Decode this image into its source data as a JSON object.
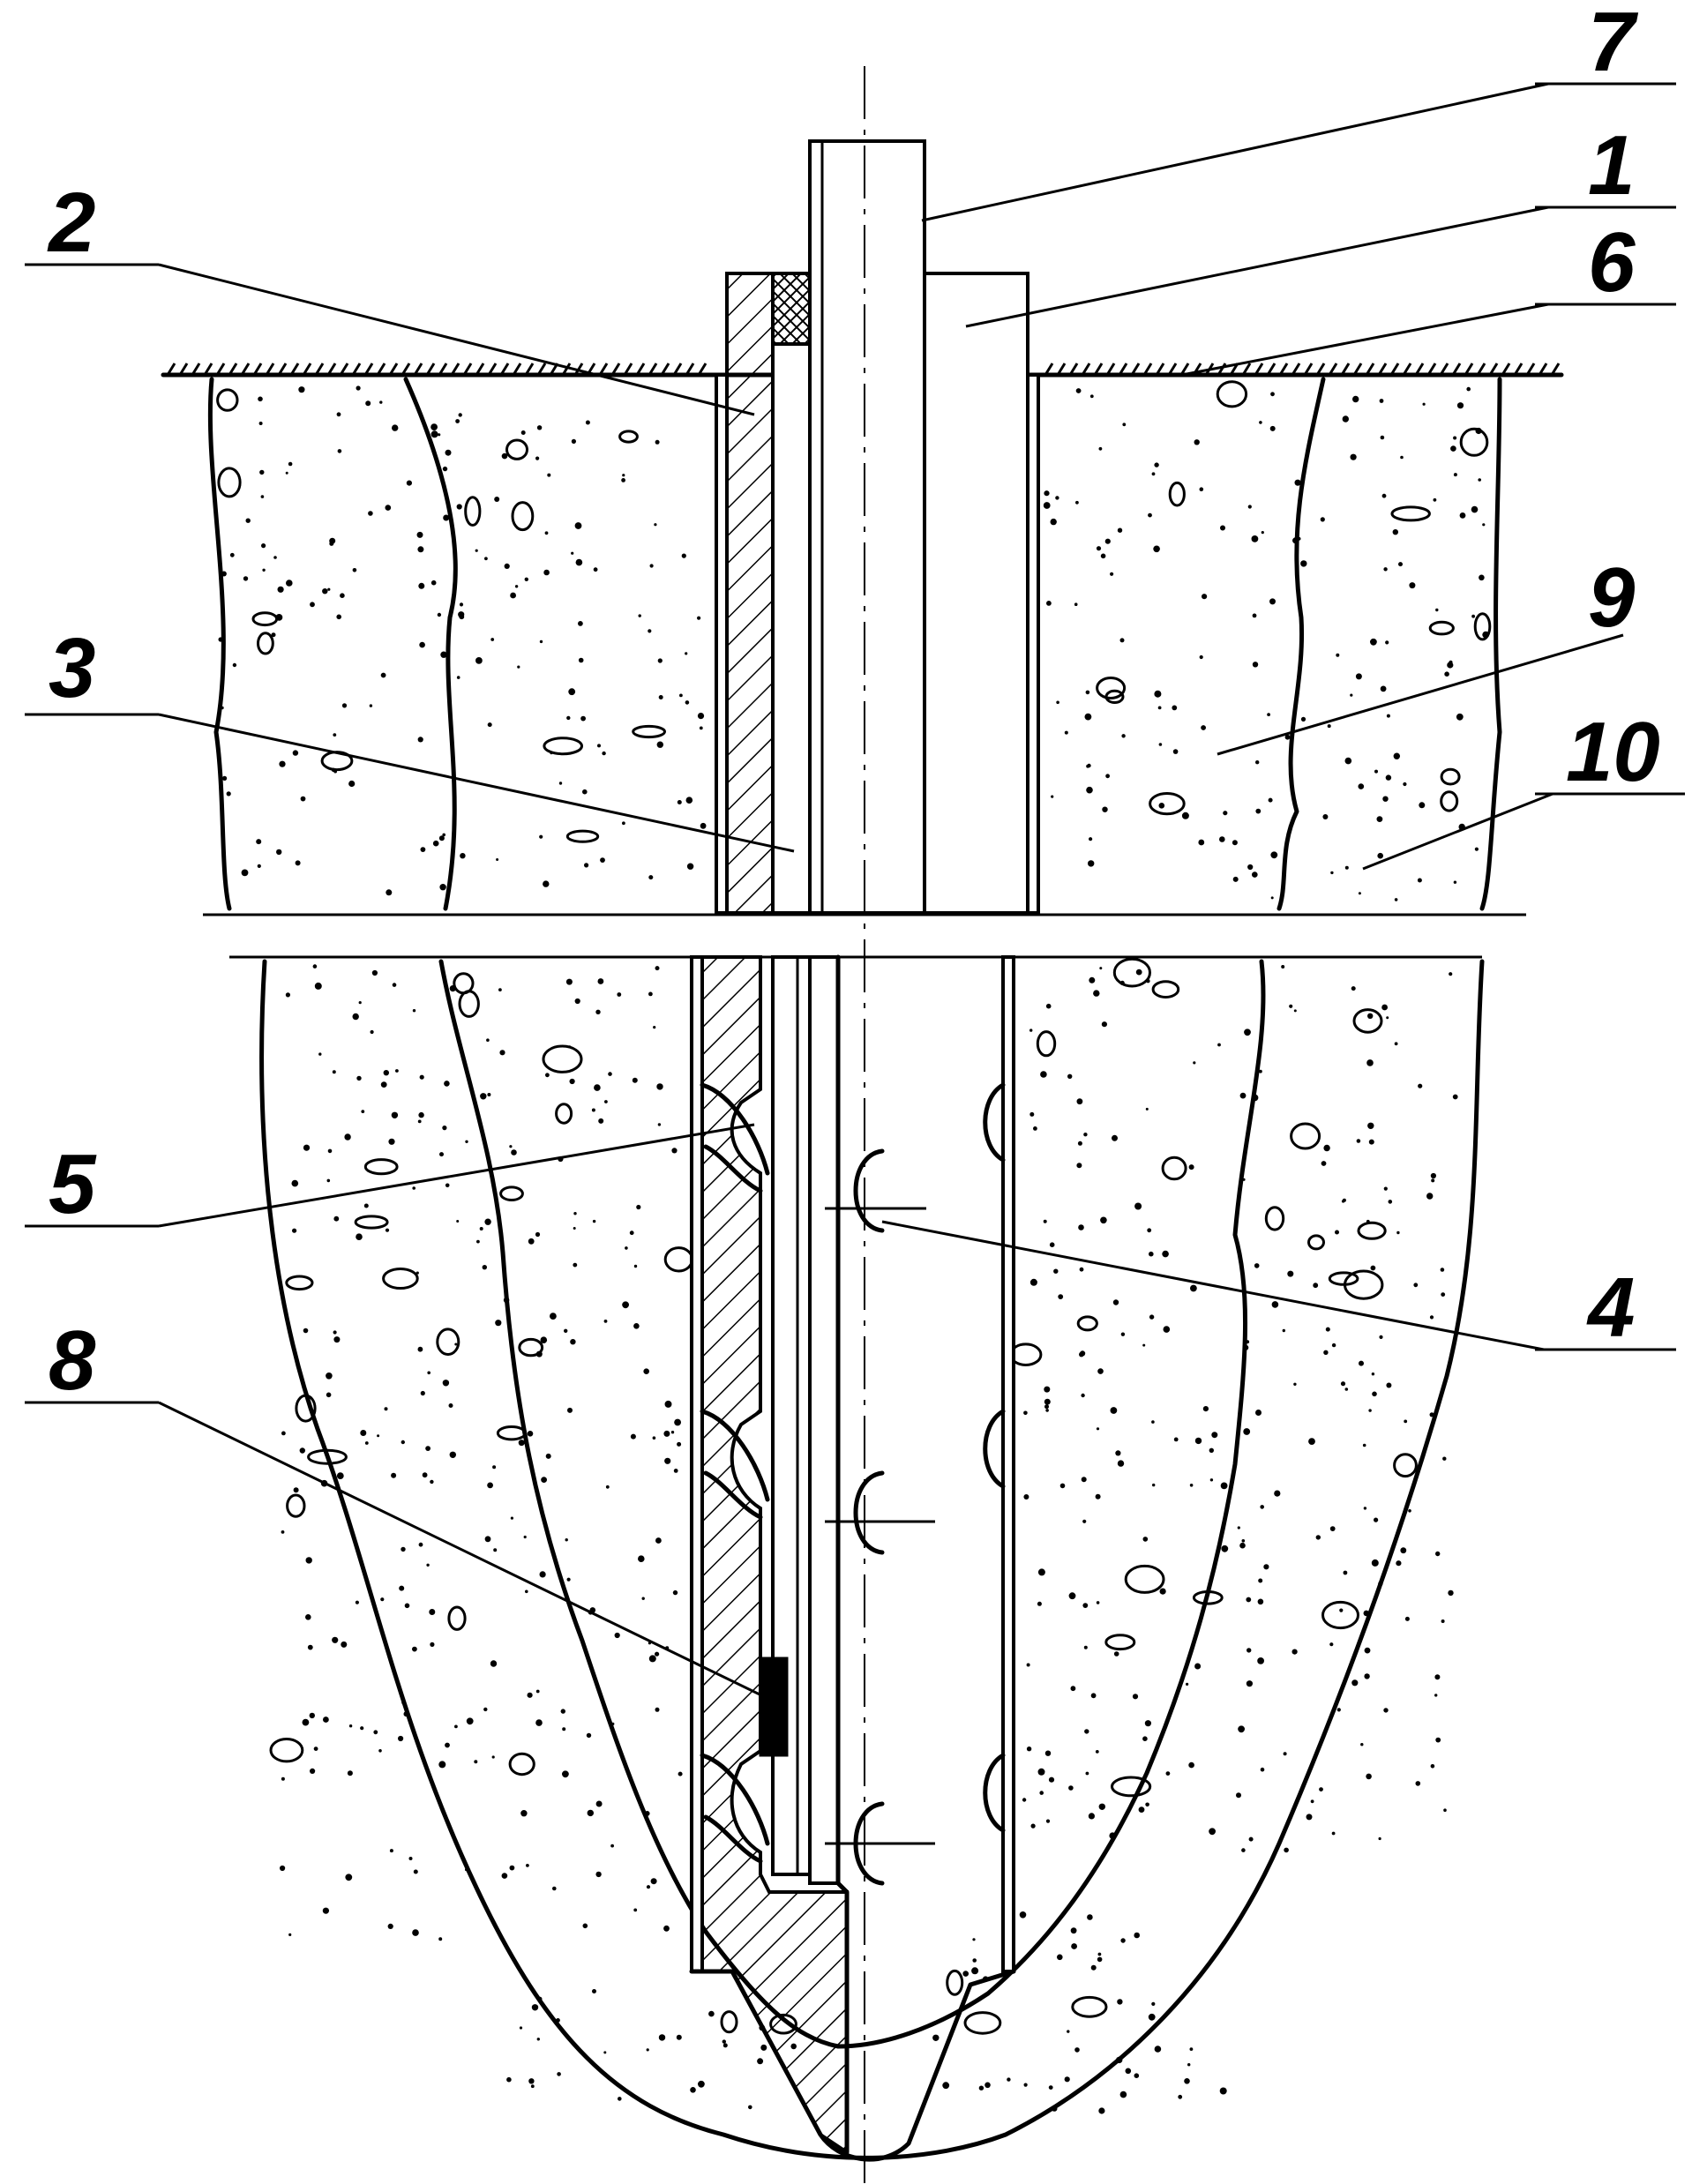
{
  "colors": {
    "ink": "#000000",
    "paper": "#ffffff"
  },
  "labels": [
    {
      "id": "label-1",
      "text": "1"
    },
    {
      "id": "label-2",
      "text": "2"
    },
    {
      "id": "label-3",
      "text": "3"
    },
    {
      "id": "label-4",
      "text": "4"
    },
    {
      "id": "label-5",
      "text": "5"
    },
    {
      "id": "label-6",
      "text": "6"
    },
    {
      "id": "label-7",
      "text": "7"
    },
    {
      "id": "label-8",
      "text": "8"
    },
    {
      "id": "label-9",
      "text": "9"
    },
    {
      "id": "label-10",
      "text": "10"
    }
  ]
}
